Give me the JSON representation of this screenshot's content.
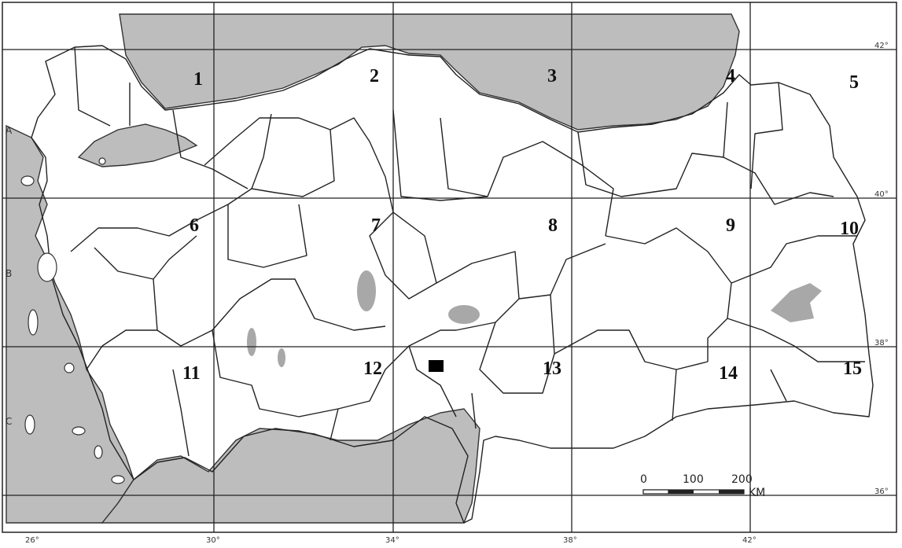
{
  "map": {
    "grid_cells": [
      "1",
      "2",
      "3",
      "4",
      "5",
      "6",
      "7",
      "8",
      "9",
      "10",
      "11",
      "12",
      "13",
      "14",
      "15"
    ],
    "row_letters": [
      "A",
      "B",
      "C"
    ],
    "longitude_labels": [
      "26°",
      "30°",
      "34°",
      "38°",
      "42°"
    ],
    "latitude_labels": [
      "42°",
      "40°",
      "38°",
      "36°"
    ],
    "scale_bar": {
      "ticks": [
        "0",
        "100",
        "200"
      ],
      "unit": "KM"
    },
    "colors": {
      "sea": "#bdbdbd",
      "lake": "#a8a8a8",
      "land": "#ffffff",
      "border": "#222222",
      "marker": "#000000"
    },
    "marker": "black-square-marker"
  }
}
